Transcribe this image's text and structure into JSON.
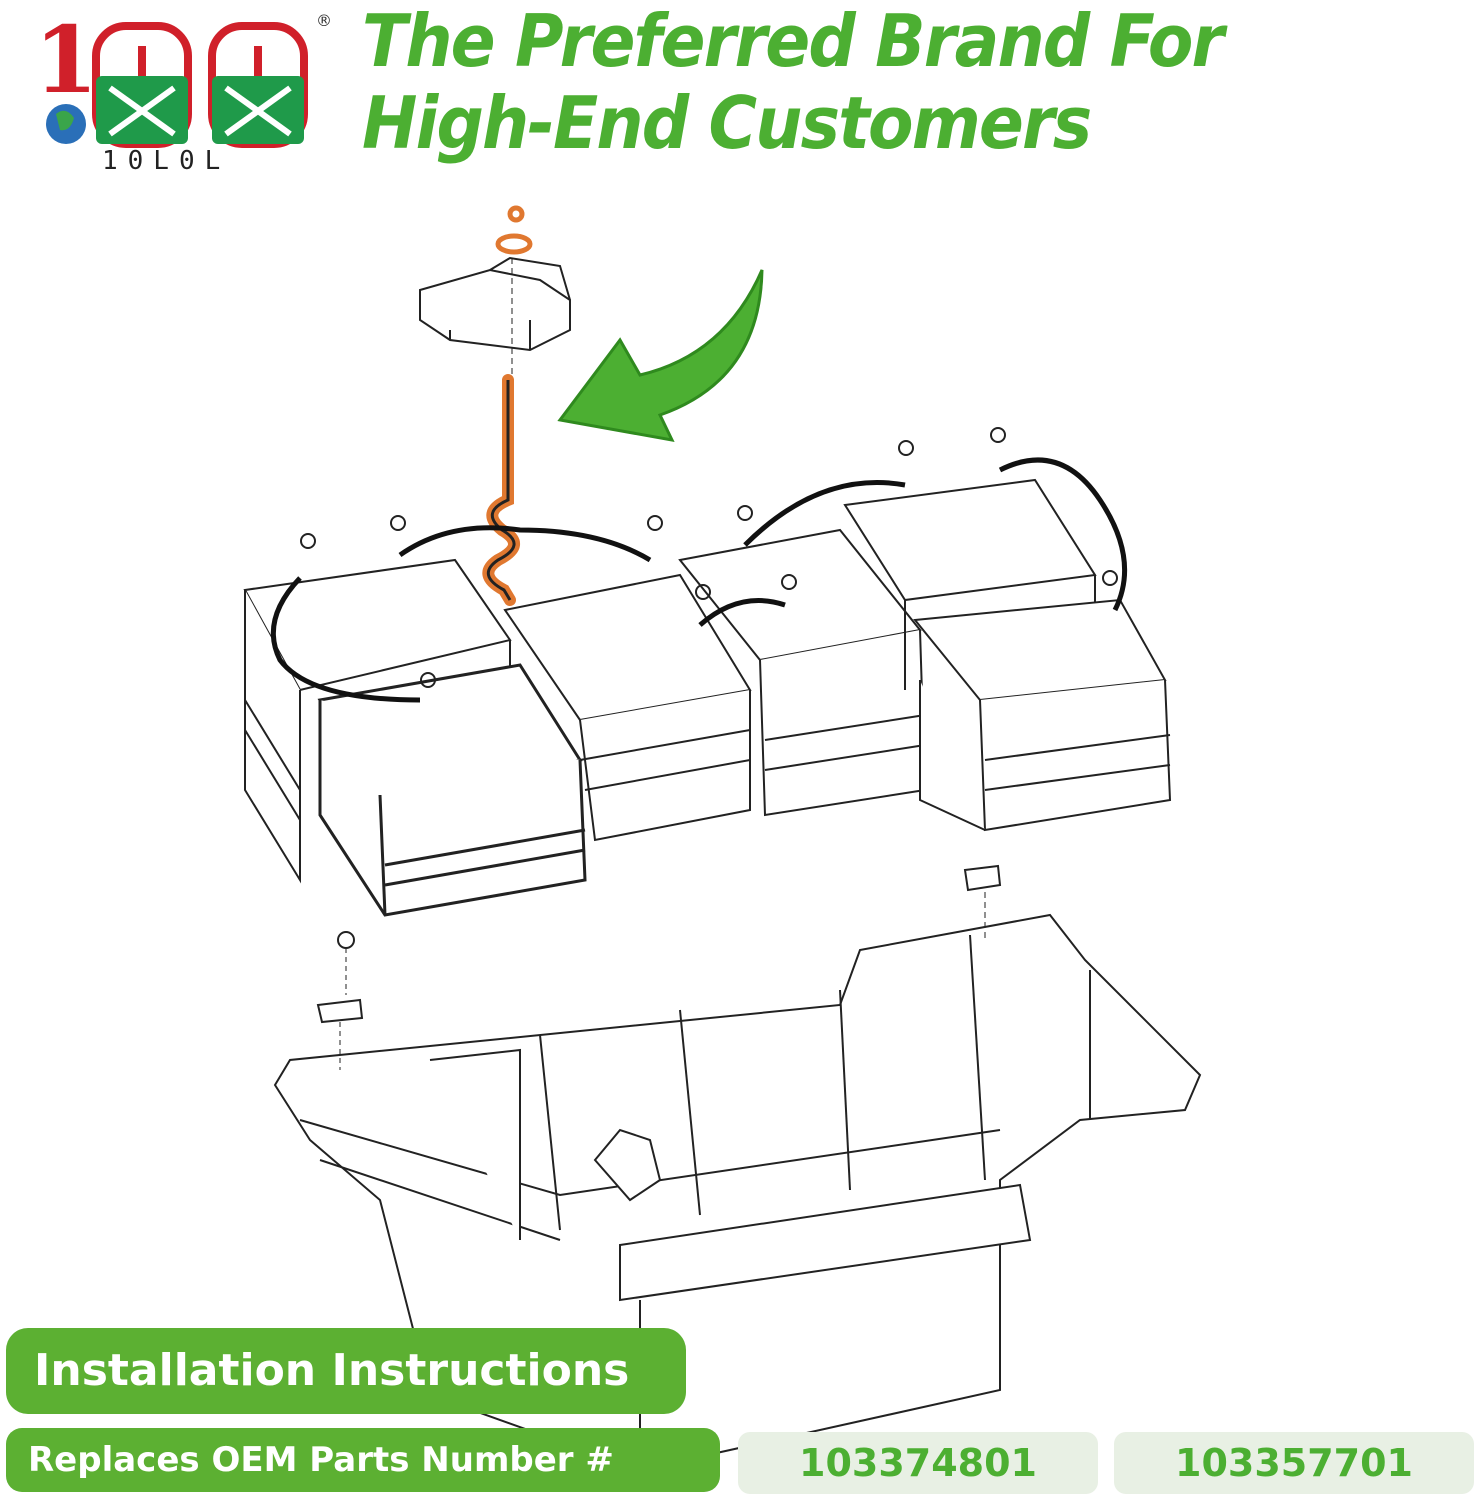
{
  "brand": {
    "logo_glyph": "10|0L",
    "name": "10L0L",
    "registered_mark": "®"
  },
  "headline": "The Preferred Brand For High-End Customers",
  "badges": {
    "install": "Installation Instructions",
    "oem": "Replaces OEM Parts Number #"
  },
  "parts": [
    "103374801",
    "103357701"
  ],
  "colors": {
    "brand_green": "#4caf32",
    "badge_green": "#5cb032",
    "part_box_bg": "#e8f0e4",
    "hold_down_orange": "#e07830",
    "logo_red": "#d0202a"
  }
}
